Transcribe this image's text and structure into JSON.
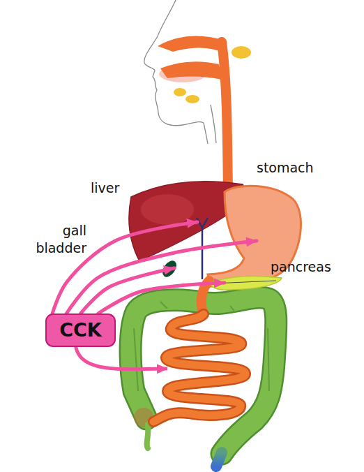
{
  "diagram": {
    "nodes": [
      {
        "text": [
          "stomach"
        ]
      },
      {
        "text": [
          "liver"
        ]
      },
      {
        "text": [
          "gall bladder"
        ]
      },
      {
        "text": [
          "pancreas"
        ]
      },
      {
        "text": [
          "CCK"
        ]
      }
    ],
    "edges": [
      {
        "from": 4,
        "to": 0,
        "arrow": "to"
      },
      {
        "from": 4,
        "to": 1,
        "arrow": "to"
      },
      {
        "from": 4,
        "to": 2,
        "arrow": "to"
      },
      {
        "from": 4,
        "to": 3,
        "arrow": "to"
      }
    ]
  }
}
